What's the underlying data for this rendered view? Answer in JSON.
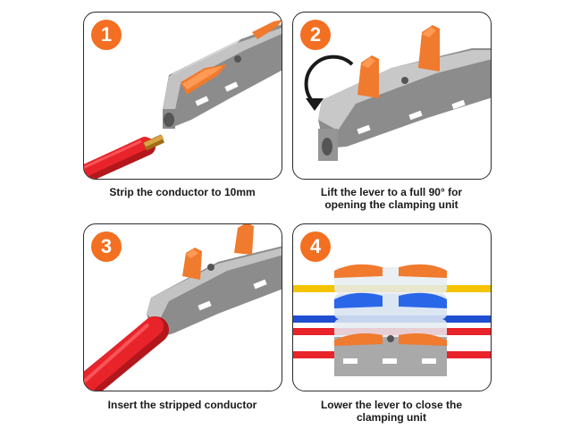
{
  "steps": [
    {
      "number": "1",
      "caption_line1": "Strip the conductor to 10mm",
      "caption_line2": ""
    },
    {
      "number": "2",
      "caption_line1": "Lift the lever to a full 90° for",
      "caption_line2": "opening the clamping unit"
    },
    {
      "number": "3",
      "caption_line1": "Insert the stripped conductor",
      "caption_line2": ""
    },
    {
      "number": "4",
      "caption_line1": "Lower the lever to close the",
      "caption_line2": "clamping unit"
    }
  ],
  "colors": {
    "accent_orange": "#f36f21",
    "lever_orange": "#f07a2e",
    "connector_gray": "#a9a9a9",
    "wire_red": "#e8242a",
    "wire_blue": "#1f4fd1",
    "wire_yellow": "#f5c400",
    "copper": "#c8912c"
  },
  "icons": [
    "rotate-arrow-icon"
  ]
}
